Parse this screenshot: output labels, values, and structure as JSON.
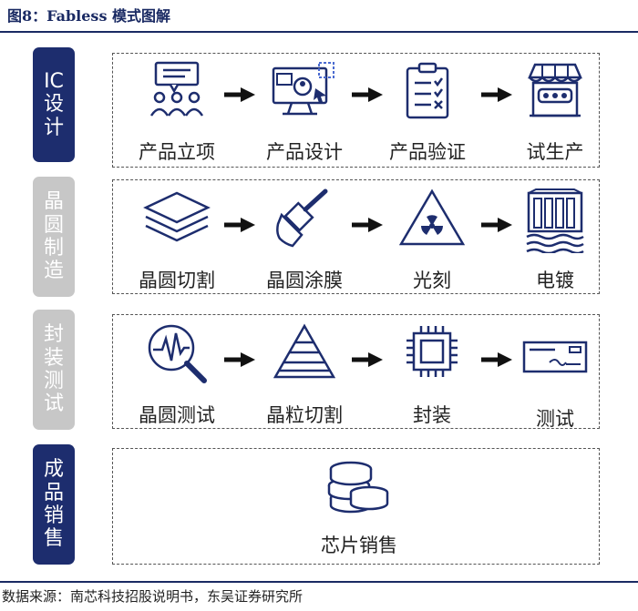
{
  "figure": {
    "title": "图8：Fabless 模式图解"
  },
  "source": "数据来源：南芯科技招股说明书，东吴证券研究所",
  "stages": [
    {
      "tag": "IC设计",
      "steps": [
        "产品立项",
        "产品设计",
        "产品验证",
        "试生产"
      ]
    },
    {
      "tag": "晶圆制造",
      "steps": [
        "晶圆切割",
        "晶圆涂膜",
        "光刻",
        "电镀"
      ]
    },
    {
      "tag": "封装测试",
      "steps": [
        "晶圆测试",
        "晶粒切割",
        "封装",
        "测试"
      ]
    },
    {
      "tag": "成品销售",
      "steps": [
        "芯片销售"
      ]
    }
  ],
  "icons": [
    [
      "team-meeting-icon",
      "computer-design-icon",
      "checklist-clipboard-icon",
      "storefront-icon"
    ],
    [
      "stacked-layers-icon",
      "paint-brush-icon",
      "radiation-warning-icon",
      "factory-dam-icon"
    ],
    [
      "magnifier-waveform-icon",
      "pyramid-icon",
      "chip-icon",
      "check-payment-icon"
    ],
    [
      "coin-stack-icon"
    ]
  ],
  "colors": {
    "navy": "#1d2d6e",
    "grey_tag": "#c7c7c7",
    "dashed_border": "#555555"
  }
}
